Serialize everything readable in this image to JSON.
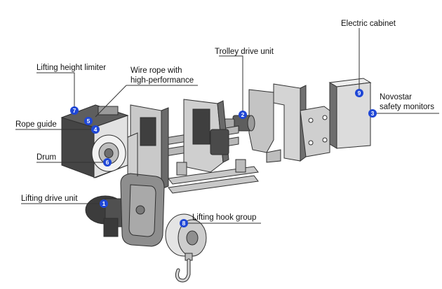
{
  "colors": {
    "badge": "#1f47d6",
    "leader": "#333333",
    "dark_metal": "#4d4d4d",
    "mid_metal": "#8c8c8c",
    "light_metal": "#d2d2d2",
    "outline": "#2f2f2f"
  },
  "labels": {
    "electric_cabinet": "Electric cabinet",
    "trolley_drive_unit": "Trolley drive unit",
    "lifting_height_limiter": "Lifting height limiter",
    "wire_rope_line1": "Wire rope with",
    "wire_rope_line2": "high-performance",
    "novostar_line1": "Novostar",
    "novostar_line2": "safety monitors",
    "rope_guide": "Rope guide",
    "drum": "Drum",
    "lifting_drive_unit": "Lifting drive unit",
    "lifting_hook_group": "Lifting hook group"
  },
  "badges": {
    "b1": "1",
    "b2": "2",
    "b3": "3",
    "b4": "4",
    "b5": "5",
    "b6": "6",
    "b7": "7",
    "b8": "8",
    "b9": "9"
  }
}
